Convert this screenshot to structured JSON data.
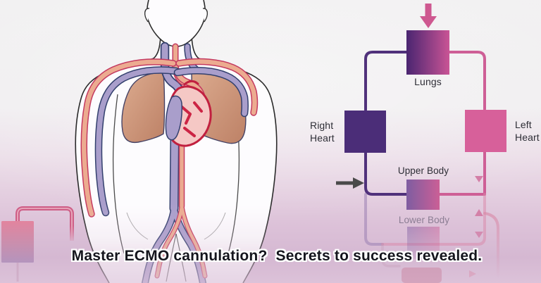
{
  "headline": {
    "text": "Master ECMO cannulation?  Secrets to success revealed."
  },
  "diagram": {
    "labels": {
      "lungs": "Lungs",
      "right_heart": "Right Heart",
      "left_heart": "Left Heart",
      "upper_body": "Upper Body",
      "lower_body": "Lower Body"
    },
    "colors": {
      "right_heart_box": "#4b2d78",
      "left_heart_box": "#d7609a",
      "lungs_gradient_left": "#552b6e",
      "lungs_gradient_right": "#c6508e",
      "purple_line": "#50317b",
      "pink_line": "#ce5f96",
      "flow_arrow_pink": "#ce5890",
      "pointer_arrow_gray": "#4a4a4a",
      "artery": "#ecab90",
      "vein": "#a99ecb",
      "heart_red": "#c1203f"
    }
  }
}
